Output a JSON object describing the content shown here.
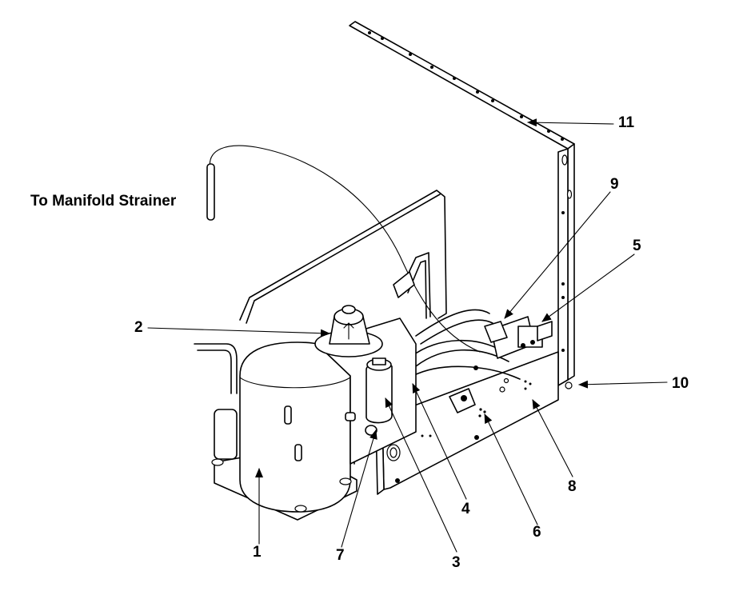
{
  "caption": "To Manifold Strainer",
  "callouts": [
    {
      "id": "1",
      "label": "1"
    },
    {
      "id": "2",
      "label": "2"
    },
    {
      "id": "3",
      "label": "3"
    },
    {
      "id": "4",
      "label": "4"
    },
    {
      "id": "5",
      "label": "5"
    },
    {
      "id": "6",
      "label": "6"
    },
    {
      "id": "7",
      "label": "7"
    },
    {
      "id": "8",
      "label": "8"
    },
    {
      "id": "9",
      "label": "9"
    },
    {
      "id": "10",
      "label": "10"
    },
    {
      "id": "11",
      "label": "11"
    }
  ]
}
